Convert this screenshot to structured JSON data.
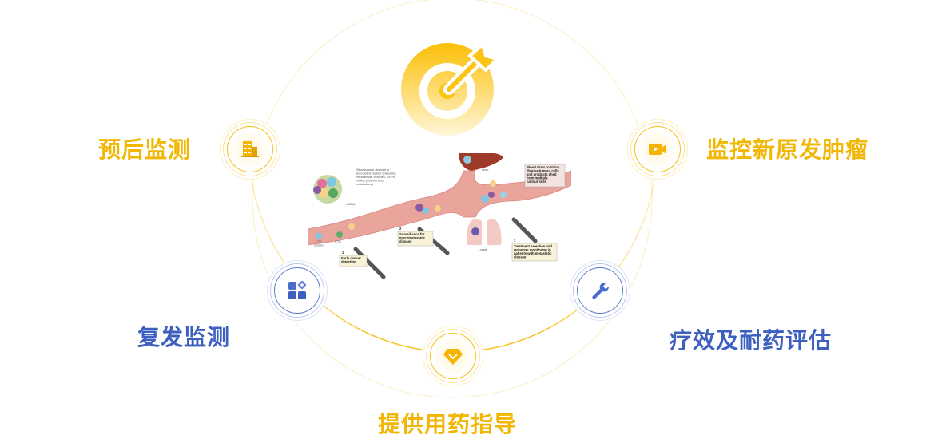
{
  "labels": {
    "prognosis": "预后监测",
    "new_primary": "监控新原发肿瘤",
    "recurrence": "复发监测",
    "efficacy": "疗效及耐药评估",
    "medication": "提供用药指导"
  },
  "diagram": {
    "other_factors": [
      "Other tumour-derived or",
      "associated factors (including",
      "extracellular vesicles, TEPs,",
      "RNAs, proteins and",
      "metabolites)"
    ],
    "ctdna": "ctDNA",
    "ctc_cluster": [
      "CTC",
      "cluster"
    ],
    "ctc": "CTC",
    "liver": "Liver",
    "lungs": "Lungs",
    "step1_num": "1",
    "step1": [
      "Early cancer",
      "detection"
    ],
    "step2_num": "2",
    "step2": [
      "Surveillance for",
      "micrometastatic",
      "disease"
    ],
    "step3_num": "3",
    "step3": [
      "Treatment selection and",
      "response monitoring in",
      "patients with metastatic",
      "disease"
    ],
    "blood_draw": [
      "Blood draw contains",
      "diverse tumour cells",
      "and products shed",
      "from multiple",
      "tumour sites"
    ]
  },
  "colors": {
    "yellow": "#f2b705",
    "blue": "#3d5fbf",
    "vessel": "#e8a09a"
  }
}
